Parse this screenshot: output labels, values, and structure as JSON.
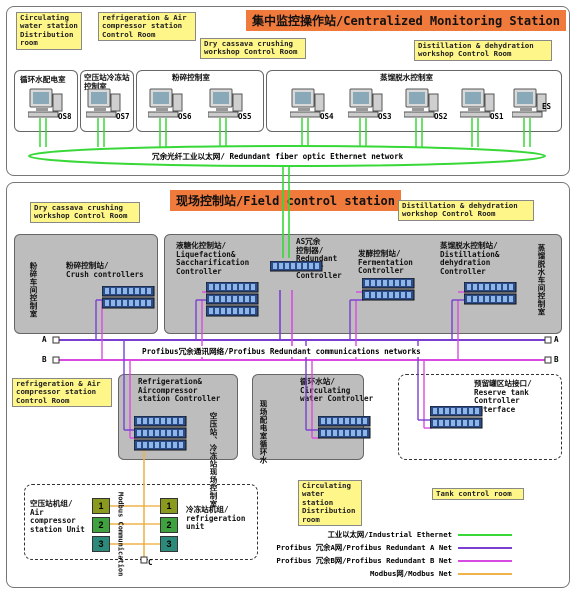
{
  "colors": {
    "industrial_ethernet": "#38d838",
    "profibus_a": "#7a3fd0",
    "profibus_b": "#d84be0",
    "modbus": "#f0b24a",
    "title_band": "#f07a3c",
    "note_bg": "#fff68a",
    "room_bg": "#bdbdbd"
  },
  "top": {
    "title": "集中监控操作站/Centralized Monitoring Station",
    "notes": {
      "circulating": "Circulating\nwater station\nDistribution\nroom",
      "refrigeration": "refrigeration & Air\ncompressor station\nControl Room",
      "cassava": "Dry cassava crushing\nworkshop Control Room",
      "distillation": "Distillation & dehydration\nworkshop Control Room"
    },
    "rooms": {
      "circ": "循环水配电室",
      "comp": "空压站冷冻站\n控制室",
      "crush": "粉碎控制室",
      "distill": "蒸馏脱水控制室"
    },
    "stations": [
      "OS8",
      "OS7",
      "OS6",
      "OS5",
      "OS4",
      "OS3",
      "OS2",
      "OS1",
      "ES"
    ],
    "network_label": "冗余光纤工业以太网/ Redundant fiber optic Ethernet network"
  },
  "field": {
    "title": "现场控制站/Field control station",
    "notes": {
      "cassava": "Dry cassava crushing\nworkshop Control Room",
      "distillation": "Distillation & dehydration\nworkshop Control Room",
      "refrigeration": "refrigeration & Air\ncompressor station\nControl Room",
      "circulating": "Circulating\nwater station\nDistribution\nroom",
      "tank": "Tank control room"
    },
    "vertical": {
      "crush_room": "粉碎车间控制室",
      "distill_room": "蒸馏脱水车间控制室",
      "comp_room": "空压站、冷冻站现场控制室",
      "circ_room": "现场配电室循环水"
    },
    "controllers": {
      "crush": "粉碎控制站/\nCrush controllers",
      "liq": "液糖化控制站/\nLiquefaction&\nSaccharification\nController",
      "as": "AS冗余\n控制器/\nRedundant\nmaster\nController",
      "ferm": "发酵控制站/\nFermentation\nController",
      "distill": "蒸馏脱水控制站/\nDistillation&\ndehydration\nController",
      "refrig": "Refrigeration&\nAircompressor\nstation Controller",
      "circ": "循环水站/\nCirculating\nwater Controller",
      "tank": "预留罐区站接口/\nReserve tank\nController\nInterface"
    },
    "bus_a": "A",
    "bus_b": "B",
    "bus_c": "C",
    "profibus_label": "Profibus冗余通讯网络/Profibus Redundant communications networks",
    "modbus_label": "Modbus Communication",
    "units": {
      "air": "空压站机组/\nAir\ncompressor\nstation Unit",
      "refrig": "冷冻站机组/\nrefrigeration\nunit",
      "numbers": [
        "1",
        "2",
        "3"
      ]
    },
    "legend": [
      {
        "label": "工业以太网/Industrial Ethernet",
        "color": "#38d838"
      },
      {
        "label": "Profibus 冗余A网/Profibus Redundant A Net",
        "color": "#7a3fd0"
      },
      {
        "label": "Profibus 冗余B网/Profibus Redundant B Net",
        "color": "#d84be0"
      },
      {
        "label": "Modbus网/Modbus Net",
        "color": "#f0b24a"
      }
    ]
  }
}
